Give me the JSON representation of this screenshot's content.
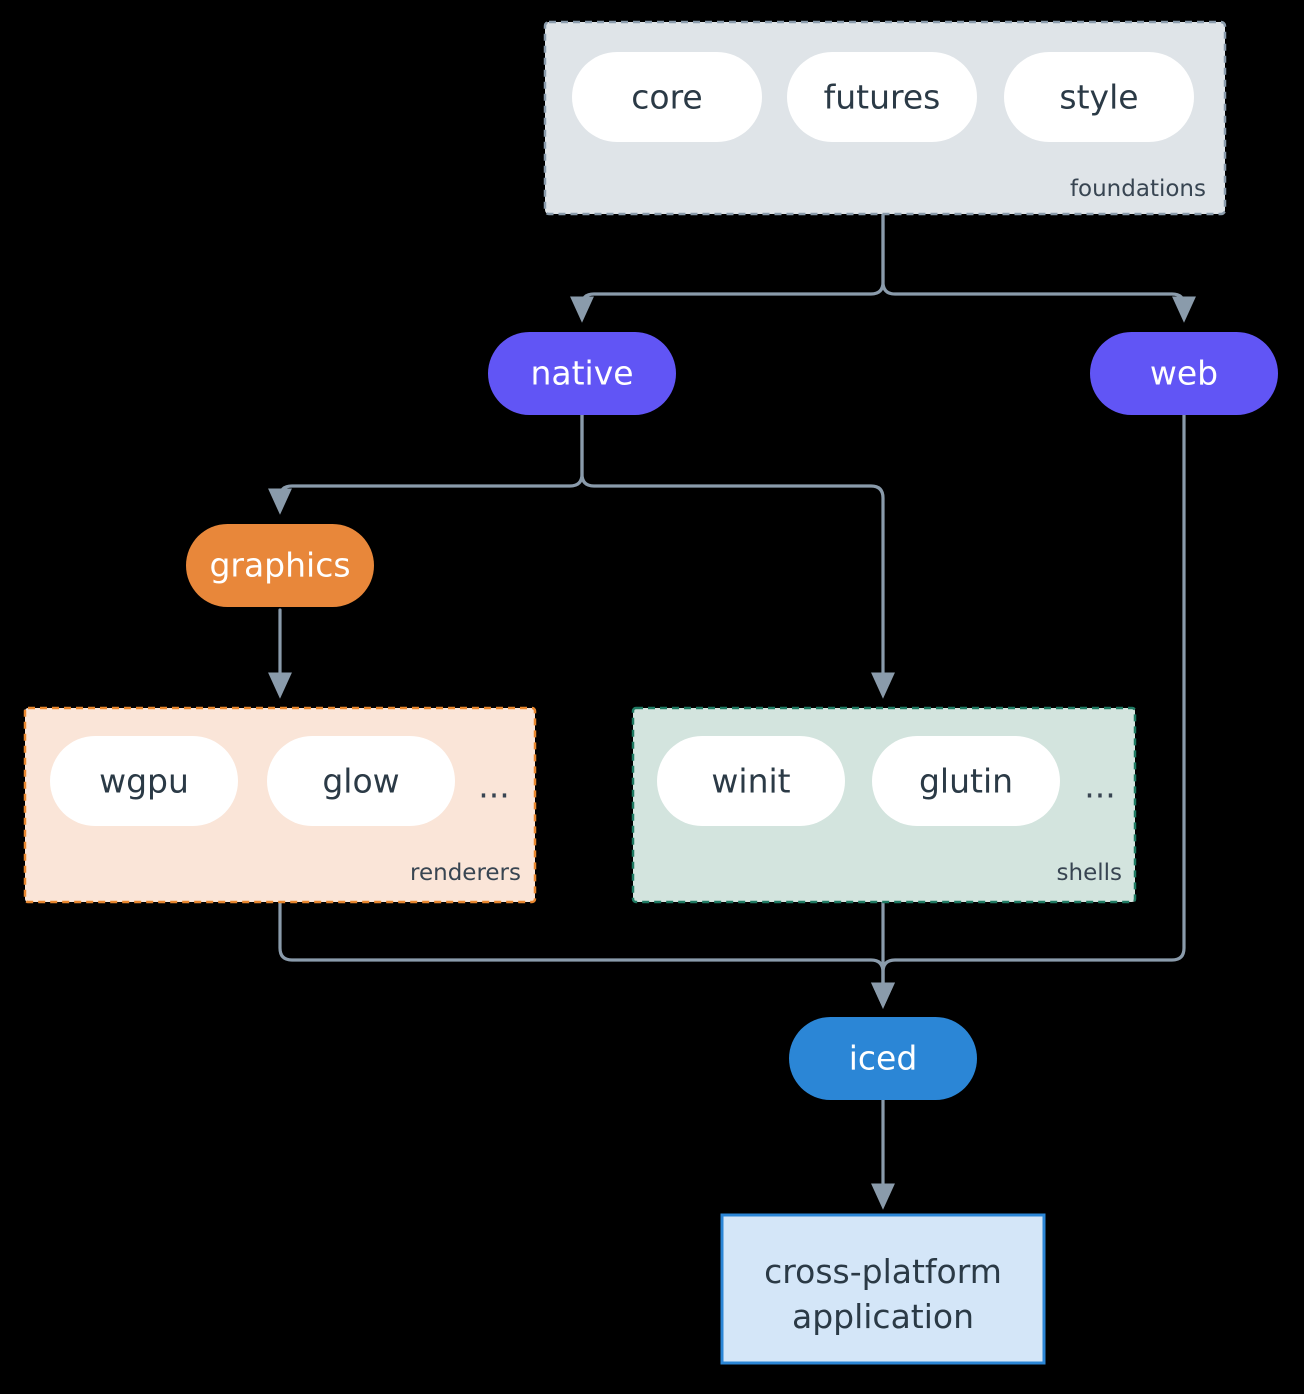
{
  "diagram": {
    "title": "iced architecture layering diagram",
    "background_color": "#000000",
    "edge_color": "#8a9bab",
    "groups": [
      {
        "id": "foundations",
        "label": "foundations",
        "fill": "#dfe4e8",
        "border_color": "#8a9bab",
        "border_style": "dashed",
        "members": [
          {
            "id": "core",
            "label": "core",
            "fill": "#ffffff",
            "text_color": "#2b3a46"
          },
          {
            "id": "futures",
            "label": "futures",
            "fill": "#ffffff",
            "text_color": "#2b3a46"
          },
          {
            "id": "style",
            "label": "style",
            "fill": "#ffffff",
            "text_color": "#2b3a46"
          }
        ],
        "ellipsis": ""
      },
      {
        "id": "renderers",
        "label": "renderers",
        "fill": "#fae5d8",
        "border_color": "#e8872f",
        "border_style": "dashed",
        "members": [
          {
            "id": "wgpu",
            "label": "wgpu",
            "fill": "#ffffff",
            "text_color": "#2b3a46"
          },
          {
            "id": "glow",
            "label": "glow",
            "fill": "#ffffff",
            "text_color": "#2b3a46"
          }
        ],
        "ellipsis": "..."
      },
      {
        "id": "shells",
        "label": "shells",
        "fill": "#d3e4de",
        "border_color": "#1f7a62",
        "border_style": "dashed",
        "members": [
          {
            "id": "winit",
            "label": "winit",
            "fill": "#ffffff",
            "text_color": "#2b3a46"
          },
          {
            "id": "glutin",
            "label": "glutin",
            "fill": "#ffffff",
            "text_color": "#2b3a46"
          }
        ],
        "ellipsis": "..."
      }
    ],
    "nodes": [
      {
        "id": "native",
        "label": "native",
        "shape": "stadium",
        "fill": "#6155f5",
        "text_color": "#ffffff"
      },
      {
        "id": "web",
        "label": "web",
        "shape": "stadium",
        "fill": "#6155f5",
        "text_color": "#ffffff"
      },
      {
        "id": "graphics",
        "label": "graphics",
        "shape": "stadium",
        "fill": "#e8873a",
        "text_color": "#ffffff"
      },
      {
        "id": "iced",
        "label": "iced",
        "shape": "stadium",
        "fill": "#2b86d6",
        "text_color": "#ffffff"
      },
      {
        "id": "cross-platform-application",
        "label": "cross-platform application",
        "label_line1": "cross-platform",
        "label_line2": "application",
        "shape": "rectangle",
        "fill": "#d4e6f8",
        "border_color": "#2b86d6",
        "text_color": "#2b3a46"
      }
    ],
    "edges": [
      {
        "from": "foundations",
        "to": "native"
      },
      {
        "from": "foundations",
        "to": "web"
      },
      {
        "from": "native",
        "to": "graphics"
      },
      {
        "from": "native",
        "to": "shells"
      },
      {
        "from": "graphics",
        "to": "renderers"
      },
      {
        "from": "renderers",
        "to": "iced"
      },
      {
        "from": "shells",
        "to": "iced"
      },
      {
        "from": "web",
        "to": "iced"
      },
      {
        "from": "iced",
        "to": "cross-platform-application"
      }
    ]
  }
}
